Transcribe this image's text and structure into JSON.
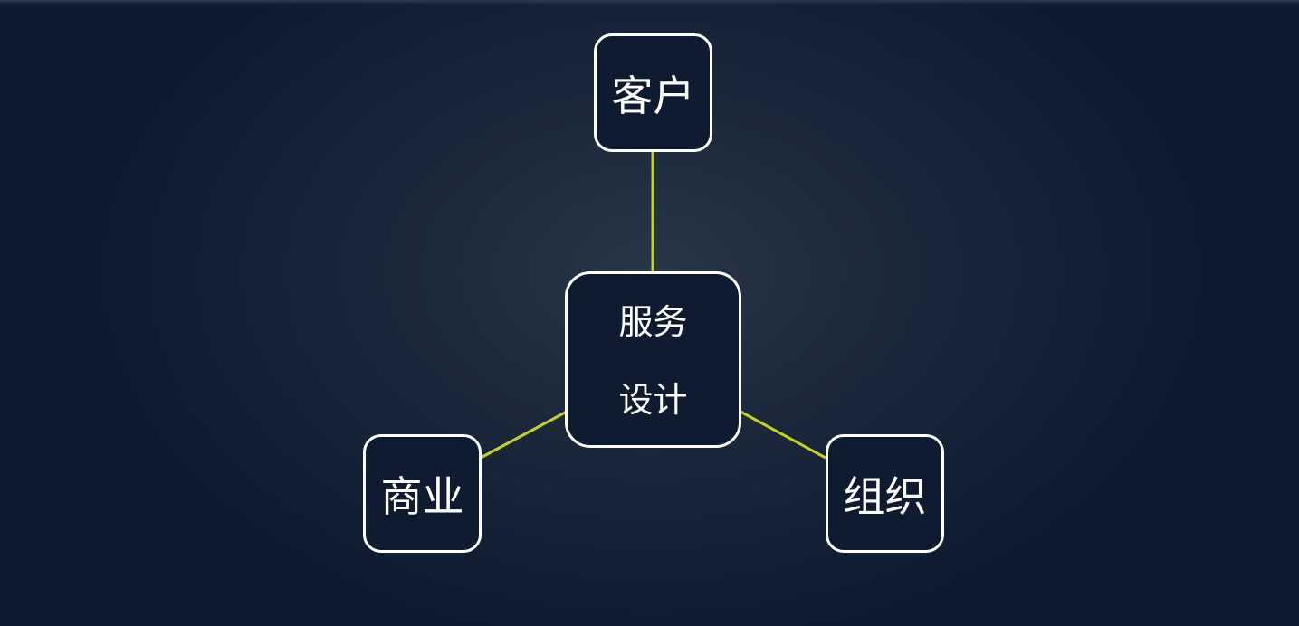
{
  "diagram": {
    "center": {
      "line1": "服务",
      "line2": "设计"
    },
    "top_node": "客户",
    "left_node": "商业",
    "right_node": "组织"
  },
  "colors": {
    "background": "#152236",
    "node_border": "#ffffff",
    "connector": "#c4d31a",
    "text": "#ffffff"
  }
}
